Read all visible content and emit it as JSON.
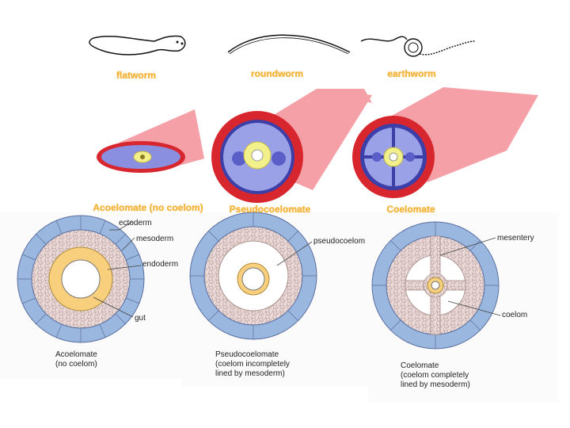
{
  "colors": {
    "label_orange": "#f5b63a",
    "outer_tube": "#f4a0a6",
    "red_ring": "#d8262e",
    "mesoderm_blue": "#8a8fe0",
    "gut_yellow": "#f2f08a",
    "ectoderm_blue": "#9ab7e0",
    "mesoderm_pink": "#e8d6d3",
    "endoderm_orange": "#f8cf7c"
  },
  "top_row": {
    "animals": [
      {
        "name": "flatworm"
      },
      {
        "name": "roundworm"
      },
      {
        "name": "earthworm"
      }
    ],
    "body_plans": [
      {
        "name": "Acoelomate (no coelom)"
      },
      {
        "name": "Pseudocoelomate"
      },
      {
        "name": "Coelomate"
      }
    ]
  },
  "bottom_row": {
    "panels": [
      {
        "labels": {
          "ectoderm": "ectoderm",
          "mesoderm": "mesoderm",
          "endoderm": "endoderm",
          "gut": "gut"
        },
        "caption": "Acoelomate\n(no coelom)"
      },
      {
        "labels": {
          "pseudocoelom": "pseudocoelom"
        },
        "caption": "Pseudocoelomate\n(coelom incompletely\nlined by mesoderm)"
      },
      {
        "labels": {
          "mesentery": "mesentery",
          "coelom": "coelom"
        },
        "caption": "Coelomate\n(coelom completely\nlined by mesoderm)"
      }
    ]
  }
}
